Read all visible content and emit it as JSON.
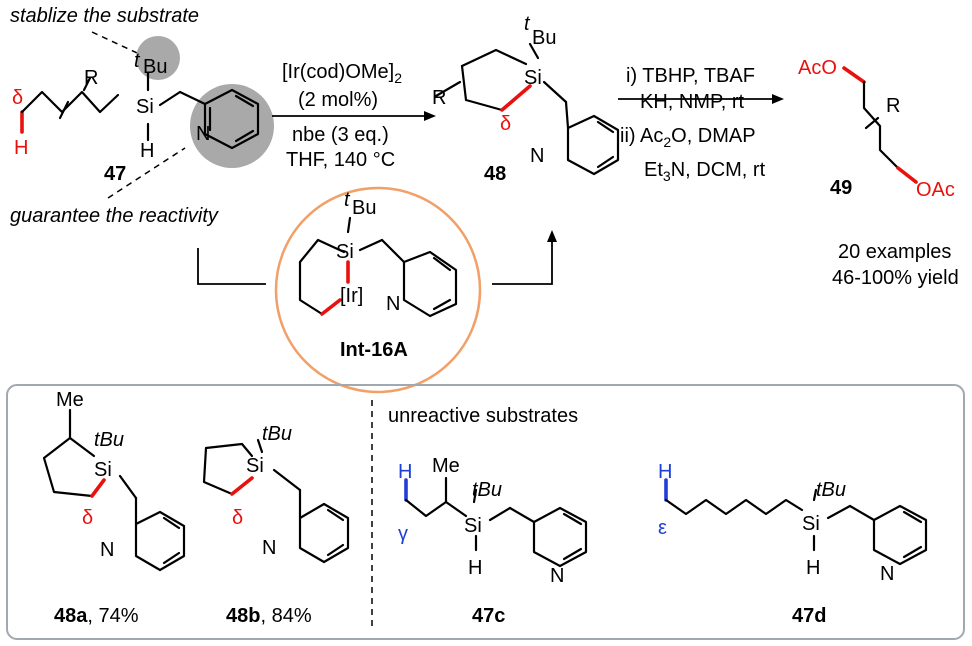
{
  "annotations": {
    "top": "stablize the substrate",
    "bottom": "guarantee the reactivity"
  },
  "labels": {
    "tBu": "tBu",
    "t_sup": "t",
    "Bu": "Bu",
    "Si": "Si",
    "H": "H",
    "N": "N",
    "R": "R",
    "Me": "Me",
    "Ir": "[Ir]",
    "AcO": "AcO",
    "OAc": "OAc",
    "delta": "δ",
    "gamma": "γ",
    "epsilon": "ε"
  },
  "step1": {
    "line1": "[Ir(cod)OMe]",
    "line1_sub": "2",
    "line2": "(2 mol%)",
    "line3": "nbe (3 eq.)",
    "line4": "THF, 140 °C"
  },
  "step2": {
    "line1": "i) TBHP, TBAF",
    "line2": "KH, NMP, rt",
    "line3_a": "ii) Ac",
    "line3_sub": "2",
    "line3_b": "O, DMAP",
    "line4_a": "Et",
    "line4_sub": "3",
    "line4_b": "N, DCM, rt"
  },
  "compounds": {
    "c47": "47",
    "c48": "48",
    "c49": "49",
    "int": "Int-16A",
    "c48a": "48a",
    "c48a_yield": ", 74%",
    "c48b": "48b",
    "c48b_yield": ", 84%",
    "c47c": "47c",
    "c47d": "47d"
  },
  "results": {
    "examples": "20 examples",
    "yield": "46-100% yield"
  },
  "panel": {
    "unreactive_title": "unreactive substrates"
  },
  "colors": {
    "highlight_red": "#e8110d",
    "highlight_blue": "#1f3fd6",
    "gray_fill": "#a9a9a9",
    "circle_orange": "#f0a068",
    "panel_border": "#a0a8b0"
  }
}
